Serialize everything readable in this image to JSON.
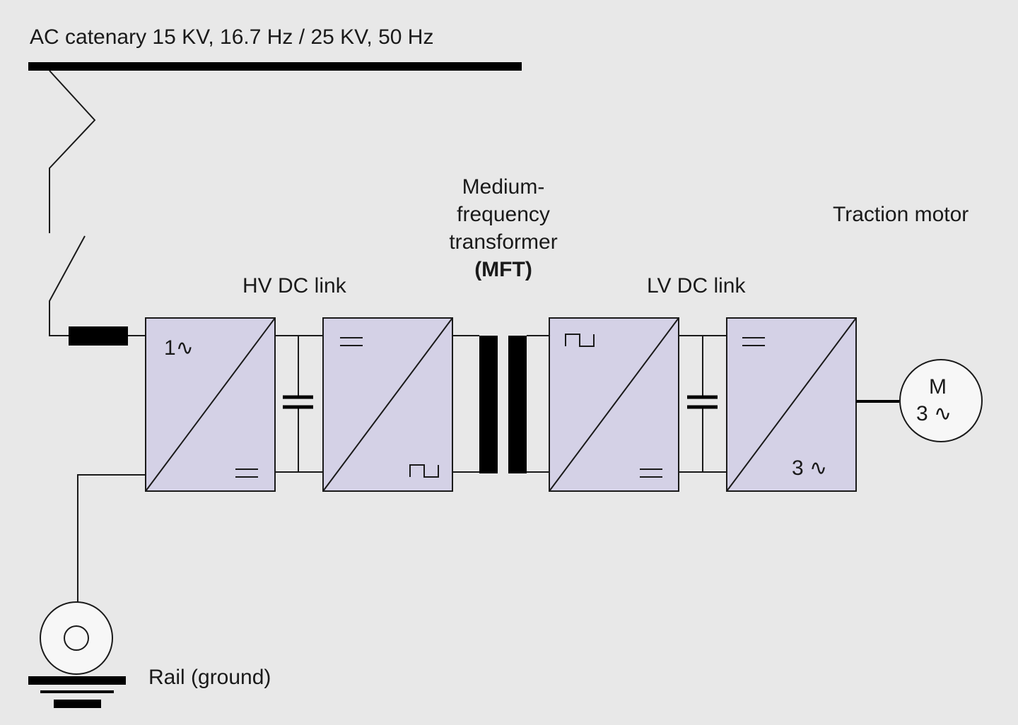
{
  "labels": {
    "catenary": "AC catenary 15 KV, 16.7 Hz / 25 KV, 50 Hz",
    "hv_link": "HV DC link",
    "mft_line1": "Medium-",
    "mft_line2": "frequency",
    "mft_line3": "transformer",
    "mft_line4": "(MFT)",
    "lv_link": "LV DC link",
    "traction_motor": "Traction motor",
    "rail": "Rail (ground)"
  },
  "converters": [
    {
      "input_symbol": "1",
      "output_symbol": "="
    },
    {
      "input_symbol": "=",
      "output_symbol": "square-wave"
    },
    {
      "input_symbol": "square-wave",
      "output_symbol": "="
    },
    {
      "input_symbol": "=",
      "output_symbol": "3"
    }
  ],
  "motor": {
    "letter": "M",
    "phases": "3"
  },
  "colors": {
    "converter_fill": "#d4d1e6",
    "background": "#e8e8e8",
    "line": "#1a1a1a"
  }
}
